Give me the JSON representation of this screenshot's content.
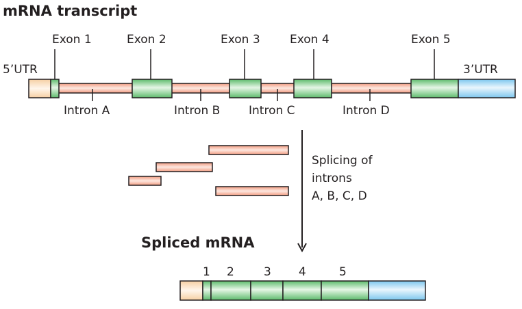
{
  "titles": {
    "top": "mRNA transcript",
    "bottom": "Spliced mRNA"
  },
  "transcript": {
    "utr5": "5’UTR",
    "utr3": "3’UTR",
    "exons": [
      "Exon 1",
      "Exon 2",
      "Exon 3",
      "Exon 4",
      "Exon 5"
    ],
    "introns": [
      "Intron A",
      "Intron B",
      "Intron C",
      "Intron D"
    ]
  },
  "process": {
    "line1": "Splicing of",
    "line2": "introns",
    "line3": "A, B, C, D"
  },
  "spliced": {
    "exon_numbers": [
      "1",
      "2",
      "3",
      "4",
      "5"
    ]
  },
  "colors": {
    "utr5": "#fbe3c6",
    "exon": "#7fcf8a",
    "intron": "#f7b9a4",
    "utr3": "#a9d9f3",
    "outline": "#231f20"
  }
}
